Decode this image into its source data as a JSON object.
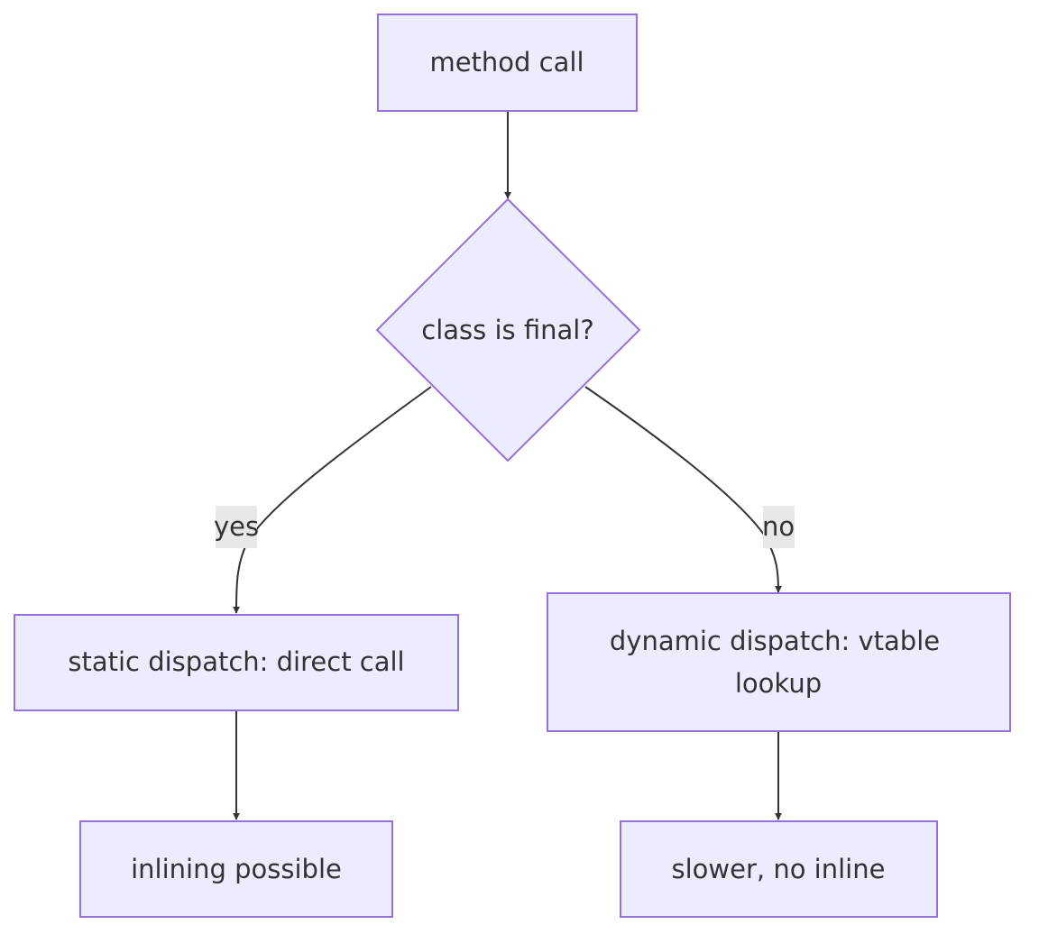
{
  "nodes": {
    "method_call": "method call",
    "class_final": "class is final?",
    "static_dispatch": "static dispatch: direct call",
    "dynamic_dispatch": [
      "dynamic dispatch: vtable",
      "lookup"
    ],
    "inlining": "inlining possible",
    "slower": "slower, no inline"
  },
  "edges": {
    "yes_label": "yes",
    "no_label": "no"
  },
  "colors": {
    "node_fill": "#ececff",
    "node_stroke": "#9370db",
    "edge": "#333333",
    "label_bg": "#e8e8e8"
  }
}
